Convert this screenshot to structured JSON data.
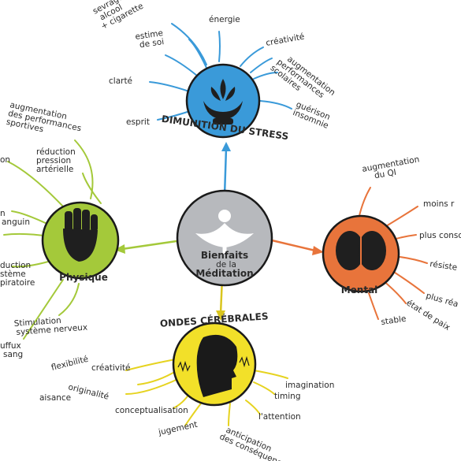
{
  "center": {
    "title_line1": "Bienfaits",
    "title_line2": "de la",
    "title_line3": "Méditation"
  },
  "hubs": {
    "stress": {
      "label": "DIMUNITION DU STRESS",
      "color": "#3a9ad9",
      "branches": [
        {
          "lines": [
            "sevrage",
            "alcool",
            "+ cigarette"
          ]
        },
        {
          "lines": [
            "énergie"
          ]
        },
        {
          "lines": [
            "estime",
            "de soi"
          ]
        },
        {
          "lines": [
            "créativité"
          ]
        },
        {
          "lines": [
            "augmentation",
            "performances",
            "scolaires"
          ]
        },
        {
          "lines": [
            "clarté"
          ]
        },
        {
          "lines": [
            "guérison",
            "insomnie"
          ]
        },
        {
          "lines": [
            "esprit"
          ]
        }
      ]
    },
    "physique": {
      "label": "Physique",
      "color": "#a4c93a",
      "branches": [
        {
          "lines": [
            "augmentation",
            "des performances",
            "sportives"
          ]
        },
        {
          "lines": [
            "réduction",
            "pression",
            "artérielle"
          ]
        },
        {
          "lines": [
            "on"
          ]
        },
        {
          "lines": [
            "n",
            "anguin"
          ]
        },
        {
          "lines": [
            "duction",
            "stème",
            "piratoire"
          ]
        },
        {
          "lines": [
            "Stimulation",
            "système nerveux"
          ]
        },
        {
          "lines": [
            "uffux",
            "sang"
          ]
        }
      ]
    },
    "mental": {
      "label": "Mental",
      "color": "#e8743b",
      "branches": [
        {
          "lines": [
            "augmentation",
            "du QI"
          ]
        },
        {
          "lines": [
            "moins r"
          ]
        },
        {
          "lines": [
            "plus conso"
          ]
        },
        {
          "lines": [
            "résiste"
          ]
        },
        {
          "lines": [
            "plus réa"
          ]
        },
        {
          "lines": [
            "état de paix"
          ]
        },
        {
          "lines": [
            "stable"
          ]
        }
      ]
    },
    "ondes": {
      "label": "ONDES CÉRÉBRALES",
      "color": "#f2e029",
      "branches": [
        {
          "lines": [
            "flexibilité"
          ]
        },
        {
          "lines": [
            "créativité"
          ]
        },
        {
          "lines": [
            "originalité"
          ]
        },
        {
          "lines": [
            "aisance"
          ]
        },
        {
          "lines": [
            "imagination"
          ]
        },
        {
          "lines": [
            "timing"
          ]
        },
        {
          "lines": [
            "conceptualisation"
          ]
        },
        {
          "lines": [
            "l'attention"
          ]
        },
        {
          "lines": [
            "jugement"
          ]
        },
        {
          "lines": [
            "anticipation",
            "des conséquences"
          ]
        }
      ]
    }
  }
}
